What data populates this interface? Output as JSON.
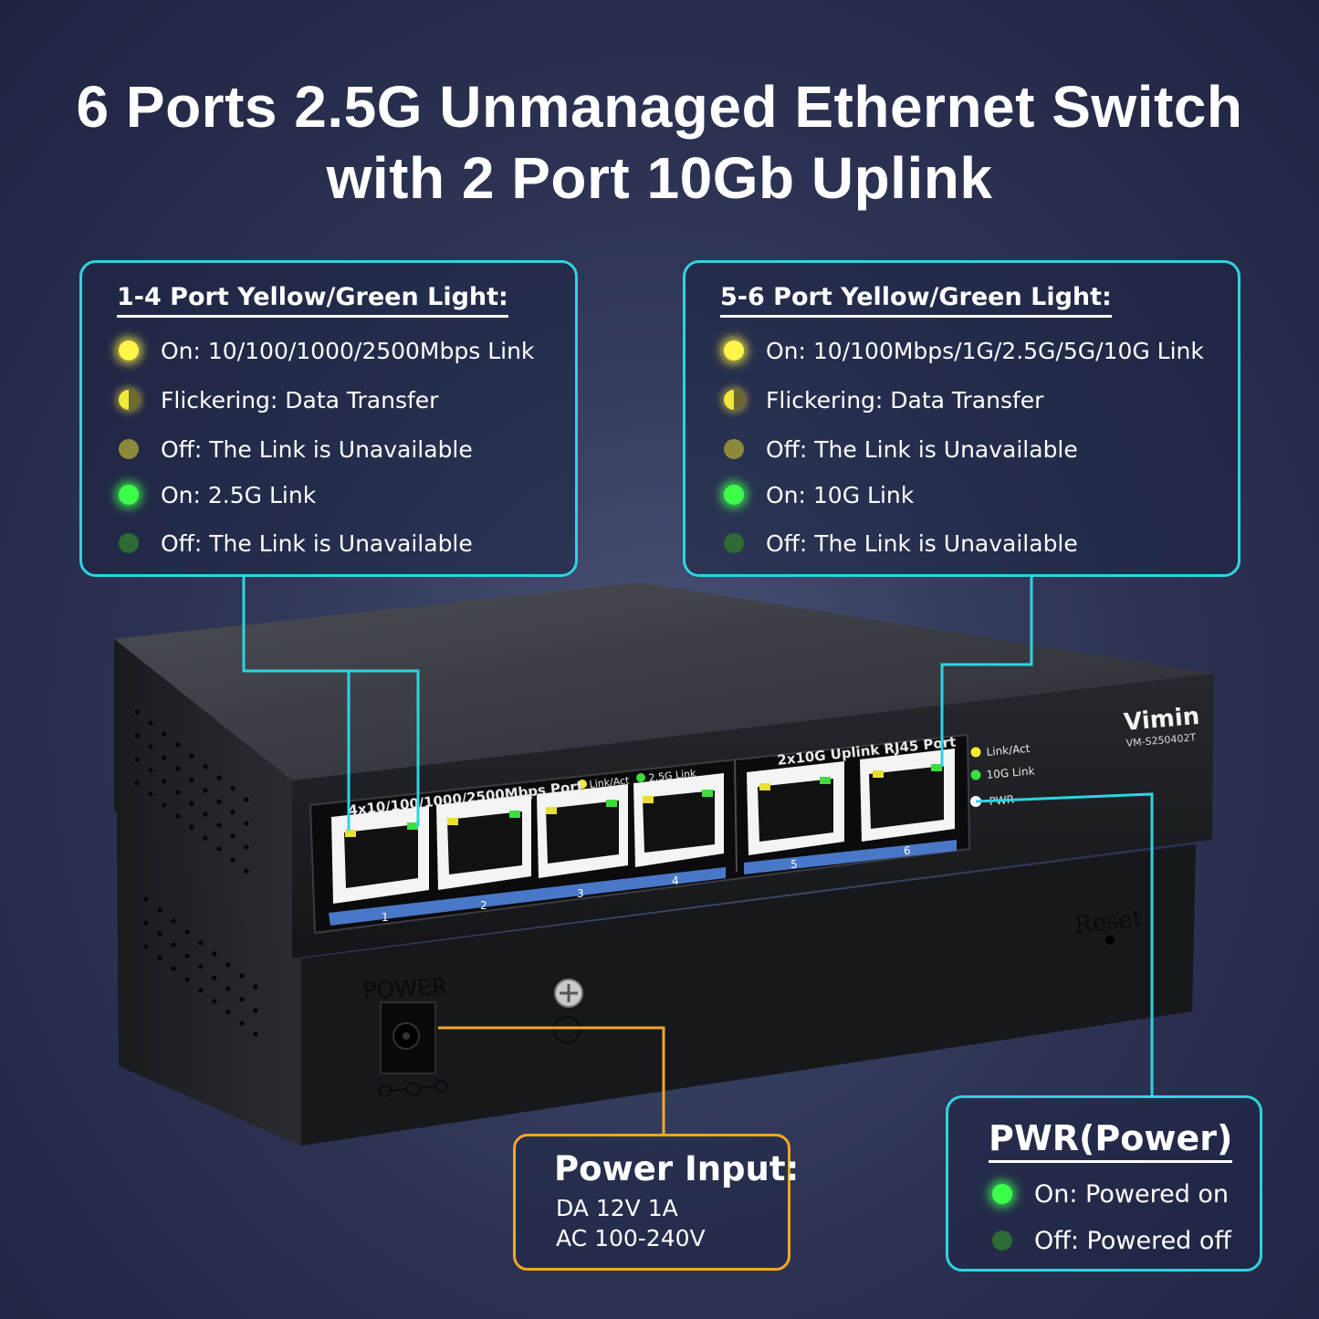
{
  "headline": {
    "line1": "6 Ports 2.5G Unmanaged Ethernet Switch",
    "line2": "with 2 Port 10Gb Uplink"
  },
  "left_panel": {
    "title": "1-4 Port Yellow/Green Light:",
    "items": [
      {
        "indicator": "yellow-light-icon",
        "text": "On: 10/100/1000/2500Mbps Link"
      },
      {
        "indicator": "yellow-flicker-icon",
        "text": "Flickering: Data Transfer"
      },
      {
        "indicator": "yellow-off-icon",
        "text": "Off: The Link is Unavailable"
      },
      {
        "indicator": "green-light-icon",
        "text": "On: 2.5G Link"
      },
      {
        "indicator": "green-off-icon",
        "text": "Off: The Link is Unavailable"
      }
    ]
  },
  "right_panel": {
    "title": "5-6 Port Yellow/Green Light:",
    "items": [
      {
        "indicator": "yellow-light-icon",
        "text": "On: 10/100Mbps/1G/2.5G/5G/10G Link"
      },
      {
        "indicator": "yellow-flicker-icon",
        "text": "Flickering: Data Transfer"
      },
      {
        "indicator": "yellow-off-icon",
        "text": "Off: The Link is Unavailable"
      },
      {
        "indicator": "green-light-icon",
        "text": "On: 10G Link"
      },
      {
        "indicator": "green-off-icon",
        "text": "Off: The Link is Unavailable"
      }
    ]
  },
  "device": {
    "brand": "Vimin",
    "model": "VM-S250402T",
    "group1_label": "4x10/100/1000/2500Mbps Port",
    "group2_label": "2x10G Uplink RJ45 Port",
    "legend_link_act": "Link/Act",
    "legend_25g": "2.5G Link",
    "legend_10g": "10G Link",
    "legend_pwr": "PWR",
    "ports": [
      "1",
      "2",
      "3",
      "4",
      "5",
      "6"
    ],
    "reset_label": "Reset",
    "power_label": "POWER"
  },
  "power_input": {
    "title": "Power Input:",
    "line1": "DA 12V 1A",
    "line2": "AC 100-240V"
  },
  "pwr_callout": {
    "title": "PWR(Power)",
    "items": [
      {
        "indicator": "green-light-icon",
        "text": "On: Powered on"
      },
      {
        "indicator": "green-off-icon",
        "text": "Off: Powered off"
      }
    ]
  },
  "colors": {
    "callout_cyan": "#2fd3e0",
    "callout_orange": "#f5a623",
    "port_strip_blue": "#4a78c8",
    "led_yellow": "#fff44a",
    "led_green": "#3cff4a"
  }
}
